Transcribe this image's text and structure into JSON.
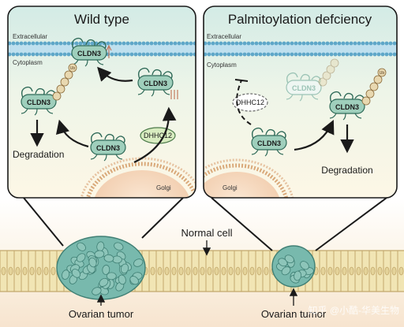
{
  "panels": {
    "left": {
      "title": "Wild type",
      "extracellular": "Extracellular",
      "cytoplasm": "Cytoplasm",
      "golgi": "Golgi",
      "degradation": "Degradation",
      "enzyme": "DHHC12",
      "ub": "Ub"
    },
    "right": {
      "title": "Palmitoylation defciency",
      "extracellular": "Extracellular",
      "cytoplasm": "Cytoplasm",
      "golgi": "Golgi",
      "degradation": "Degradation",
      "enzyme": "DHHC12",
      "ub": "Ub"
    }
  },
  "protein_label": "CLDN3",
  "tissue": {
    "normal_cell": "Normal cell",
    "ovarian_tumor_left": "Ovarian tumor",
    "ovarian_tumor_right": "Ovarian tumor"
  },
  "watermark": "知乎 @小酷-华美生物",
  "colors": {
    "panel_bg_top": "#d6ece6",
    "panel_bg_bottom": "#fdf8e9",
    "membrane": "#a8d2e6",
    "protein_fill": "#9fcfbc",
    "protein_stroke": "#2f6a58",
    "ub_fill": "#e8d8b0",
    "golgi": "#f6dcc0",
    "cell_fill": "#efe3b2",
    "tumor_fill": "#6fb4a8"
  }
}
